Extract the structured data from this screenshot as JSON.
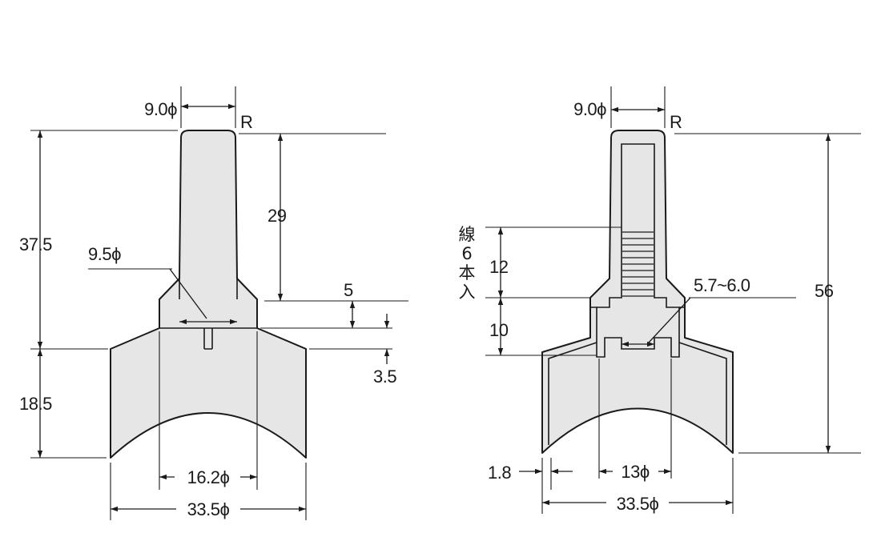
{
  "left_view": {
    "top_diameter": "9.0",
    "radius": "R",
    "total_height": "37.5",
    "tip_height": "29",
    "neck_diameter": "9.5",
    "step_5": "5",
    "step_35": "3.5",
    "base_height": "18.5",
    "inner_diameter": "16.2",
    "outer_diameter": "33.5"
  },
  "right_view": {
    "top_diameter": "9.0",
    "radius": "R",
    "wire_note": [
      "線",
      "6",
      "本",
      "入"
    ],
    "wire_length": "12",
    "lower_length": "10",
    "hole_range": "5.7~6.0",
    "total_height": "56",
    "wall": "1.8",
    "inner_diameter": "13",
    "outer_diameter": "33.5"
  },
  "symbols": {
    "diameter": "ϕ"
  },
  "colors": {
    "fill": "#e6e6e6",
    "line": "#1a1a1a"
  }
}
